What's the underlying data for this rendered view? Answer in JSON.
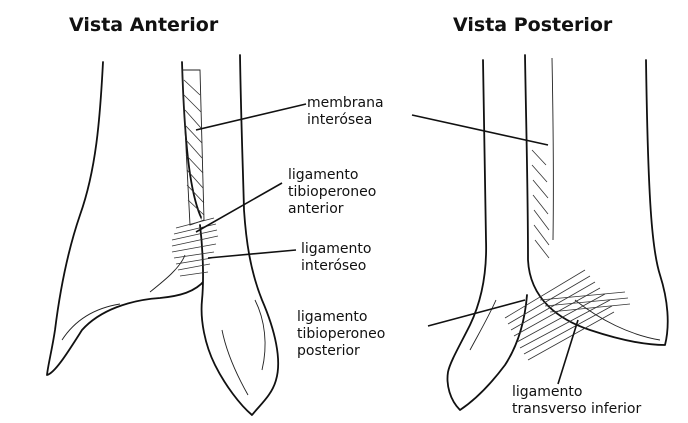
{
  "titles": {
    "anterior": "Vista Anterior",
    "posterior": "Vista Posterior"
  },
  "labels": {
    "membrana": [
      "membrana",
      "interósea"
    ],
    "tib_anterior": [
      "ligamento",
      "tibioperoneo",
      "anterior"
    ],
    "interoseo": [
      "ligamento",
      "interóseo"
    ],
    "tib_posterior": [
      "ligamento",
      "tibioperoneo",
      "posterior"
    ],
    "transverso": [
      "ligamento",
      "transverso inferior"
    ]
  }
}
